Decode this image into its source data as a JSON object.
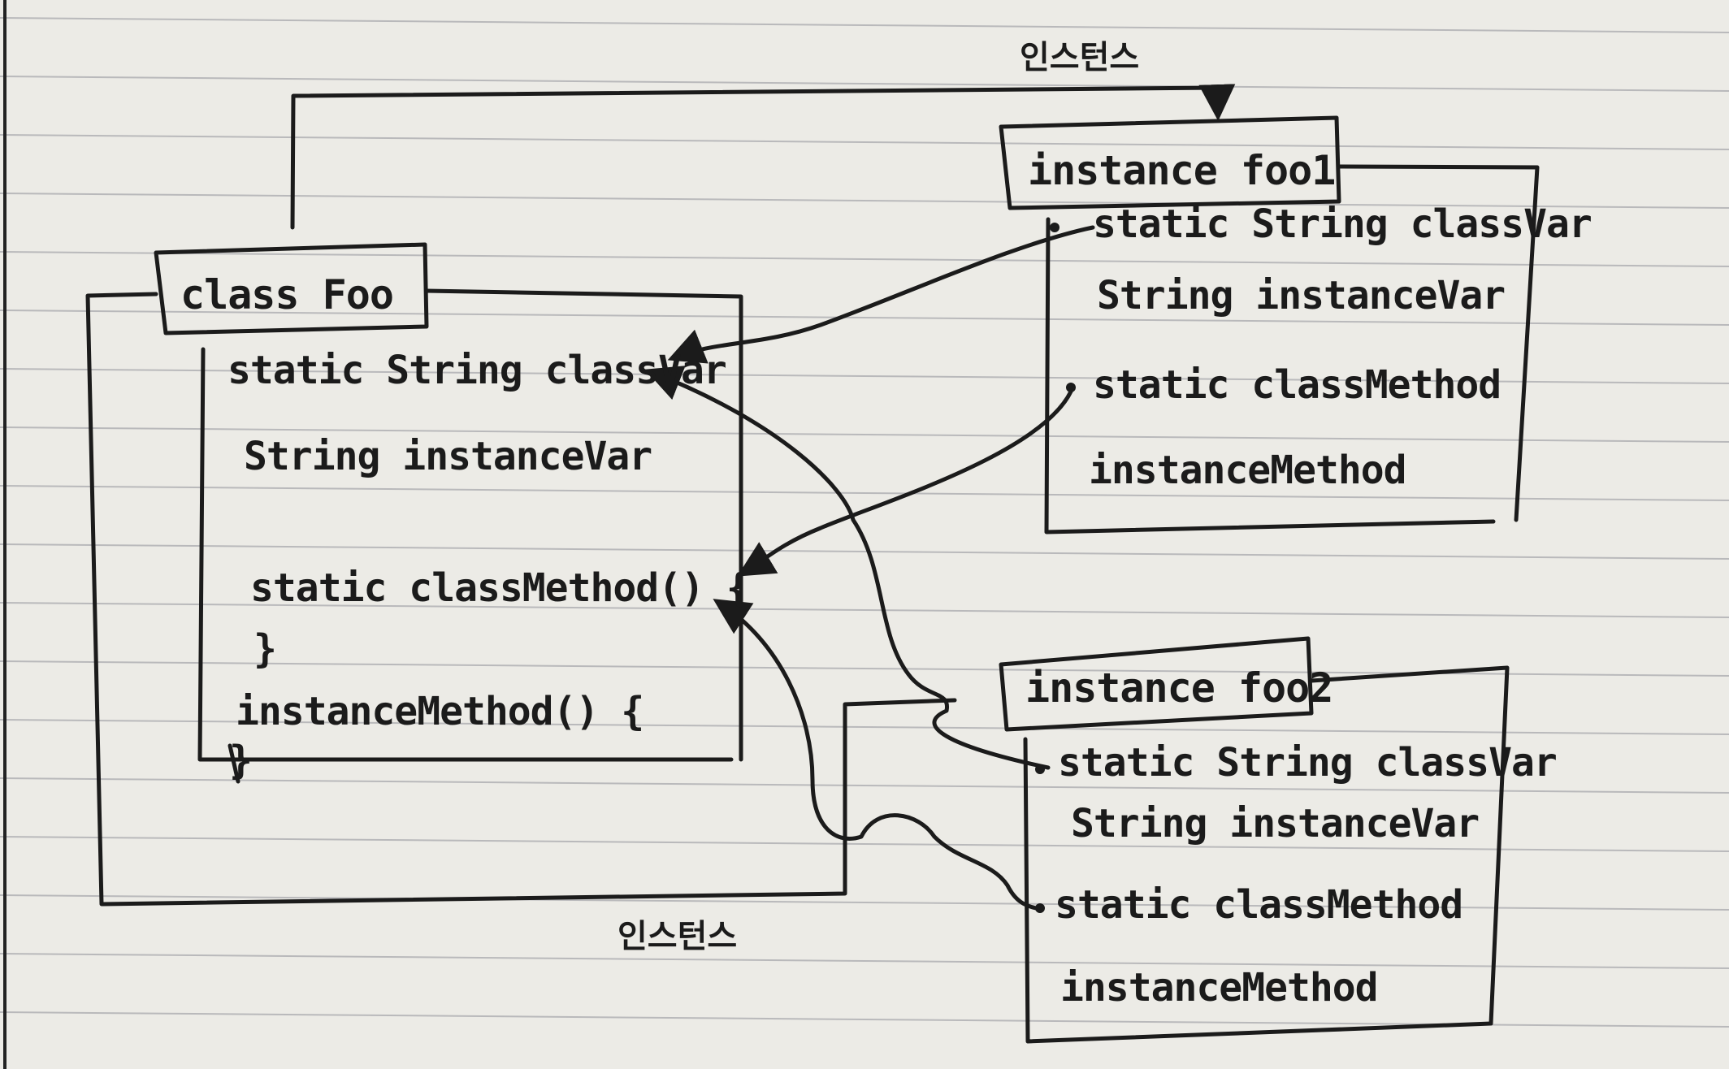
{
  "labels": {
    "top_arrow": "인스턴스",
    "bottom_arrow": "인스턴스"
  },
  "class_foo": {
    "title": "class Foo",
    "fields": [
      "static String classVar",
      "String instanceVar",
      "static classMethod() {",
      "}",
      "instanceMethod() {",
      "}"
    ]
  },
  "instance_foo1": {
    "title": "instance foo1",
    "fields": [
      "static String classVar",
      "String instanceVar",
      "static classMethod",
      "instanceMethod"
    ]
  },
  "instance_foo2": {
    "title": "instance foo2",
    "fields": [
      "static String classVar",
      "String instanceVar",
      "static classMethod",
      "instanceMethod"
    ]
  },
  "colors": {
    "paper": "#ecebe6",
    "rule_lines": "#b9b9bb",
    "ink": "#1b1b1b"
  }
}
